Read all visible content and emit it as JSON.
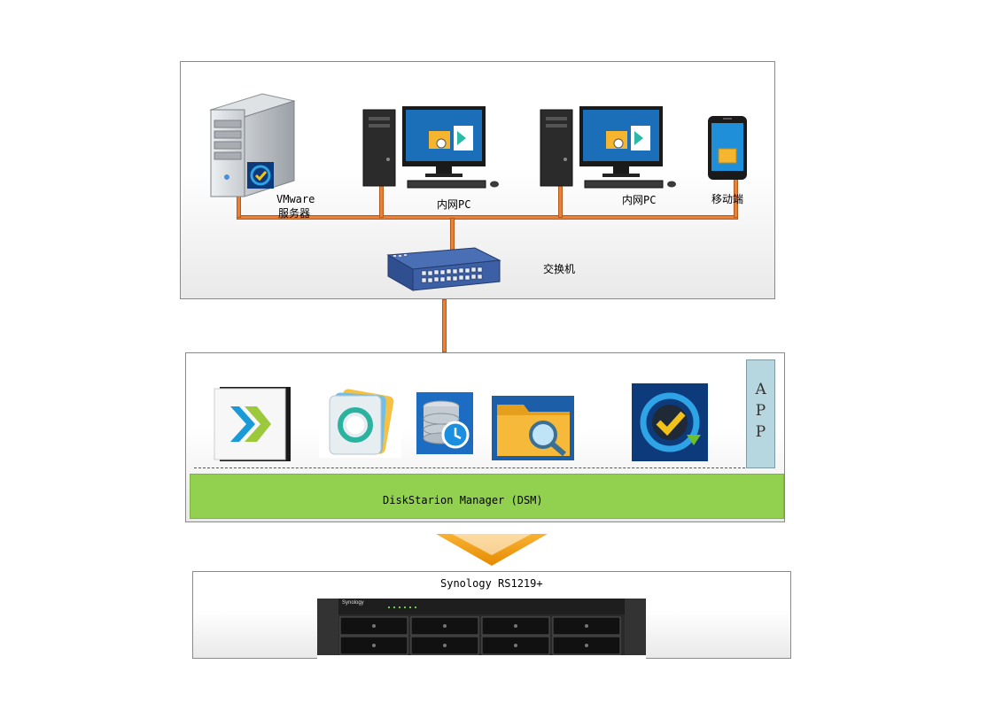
{
  "network": {
    "vmware_server_label_line1": "VMware",
    "vmware_server_label_line2": "服务器",
    "pc1_label": "内网PC",
    "pc2_label": "内网PC",
    "mobile_label": "移动端",
    "switch_label": "交换机"
  },
  "dsm": {
    "app_side_label": "APP",
    "apps": [
      {
        "icon": "drive-app-icon"
      },
      {
        "icon": "photos-app-icon"
      },
      {
        "icon": "database-backup-app-icon"
      },
      {
        "icon": "file-station-app-icon"
      },
      {
        "icon": "active-backup-app-icon"
      }
    ],
    "manager_label": "DiskStarion Manager (DSM)",
    "bar_color": "#92d050"
  },
  "hardware": {
    "model_label": "Synology RS1219+",
    "brand": "Synology"
  },
  "colors": {
    "cable": "#e8823b",
    "arrow": "#f5a623",
    "app_tab": "#b7d7e0"
  }
}
